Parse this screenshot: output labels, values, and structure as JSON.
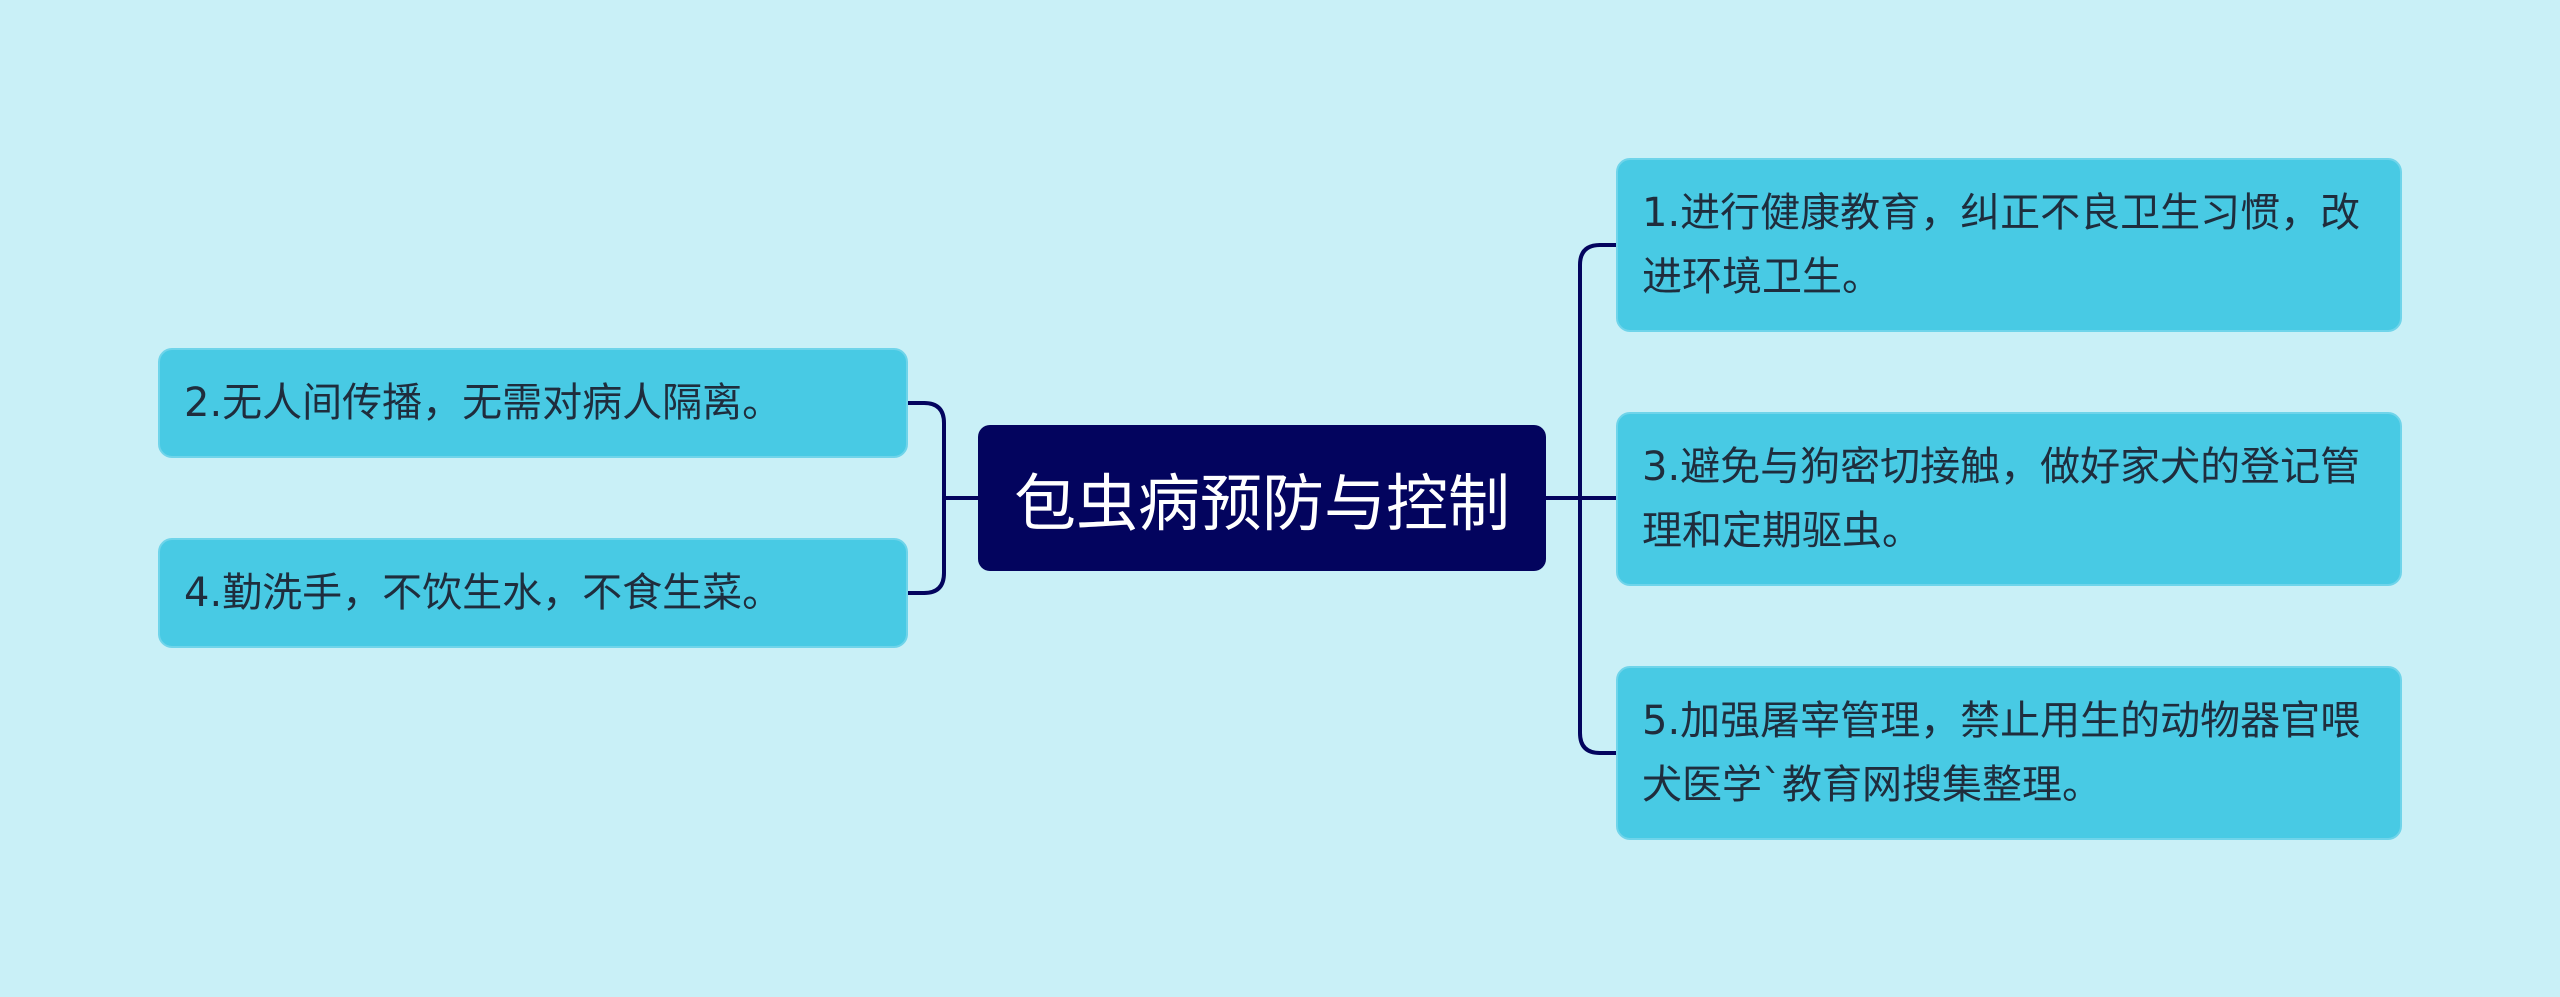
{
  "colors": {
    "background": "#c9f0f7",
    "center_fill": "#03045e",
    "leaf_fill": "#48cae4",
    "connector": "#03045e"
  },
  "center": {
    "text": "包虫病预防与控制"
  },
  "right_branches": [
    {
      "text": "1.进行健康教育，纠正不良卫生习惯，改进环境卫生。"
    },
    {
      "text": "3.避免与狗密切接触，做好家犬的登记管理和定期驱虫。"
    },
    {
      "text": "5.加强屠宰管理，禁止用生的动物器官喂犬医学`教育网搜集整理。"
    }
  ],
  "left_branches": [
    {
      "text": "2.无人间传播，无需对病人隔离。"
    },
    {
      "text": "4.勤洗手，不饮生水，不食生菜。"
    }
  ]
}
